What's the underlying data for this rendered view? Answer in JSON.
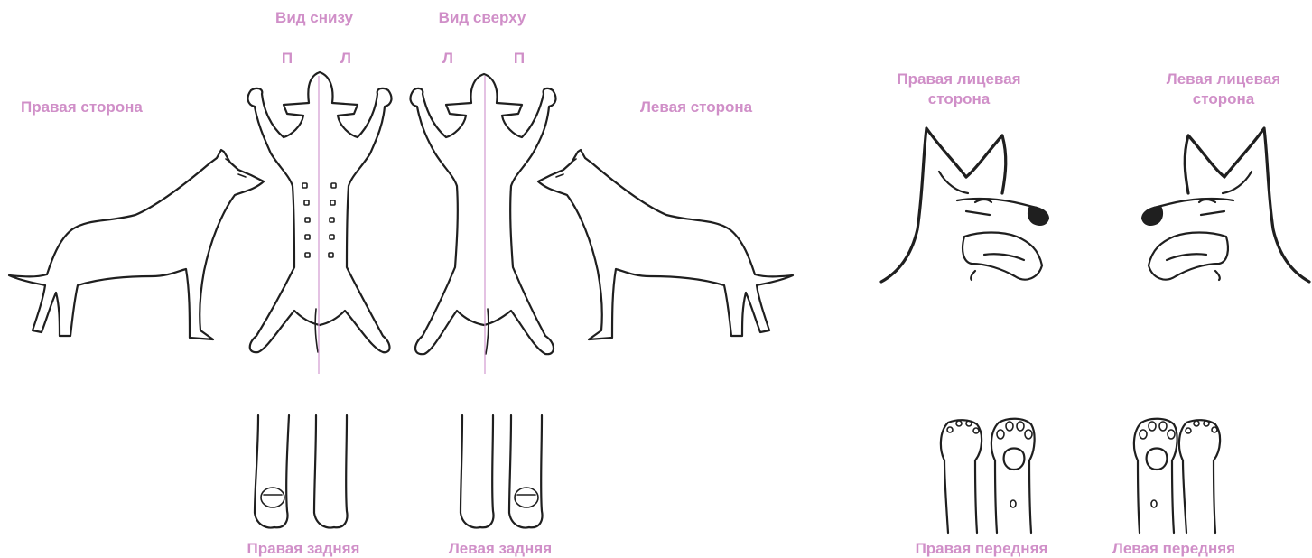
{
  "labels": {
    "bottom_view": "Вид снизу",
    "top_view": "Вид сверху",
    "bottom_right": "П",
    "bottom_left": "Л",
    "top_left": "Л",
    "top_right": "П",
    "right_side": "Правая сторона",
    "left_side": "Левая сторона",
    "right_face_line1": "Правая лицевая",
    "right_face_line2": "сторона",
    "left_face_line1": "Левая лицевая",
    "left_face_line2": "сторона",
    "right_hind": "Правая задняя",
    "left_hind": "Левая задняя",
    "right_front": "Правая передняя",
    "left_front": "Левая передняя"
  },
  "colors": {
    "label": "#d08fc8",
    "ink": "#1f1f1f",
    "axis": "#d39ad0"
  }
}
